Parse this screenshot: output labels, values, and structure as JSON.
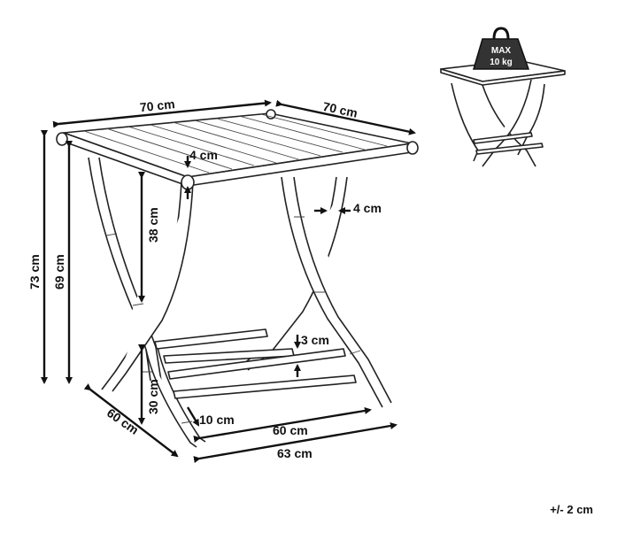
{
  "dimensions": {
    "top_width": "70 cm",
    "top_depth": "70 cm",
    "total_height": "73 cm",
    "leg_height": "69 cm",
    "upper_height": "38 cm",
    "lower_height": "30 cm",
    "slat_thickness": "4 cm",
    "leg_thickness": "4 cm",
    "shelf_gap": "3 cm",
    "shelf_offset": "10 cm",
    "base_depth": "60 cm",
    "shelf_width": "60 cm",
    "base_width": "63 cm"
  },
  "weight_badge": {
    "line1": "MAX",
    "line2": "10 kg"
  },
  "tolerance": "+/- 2 cm"
}
